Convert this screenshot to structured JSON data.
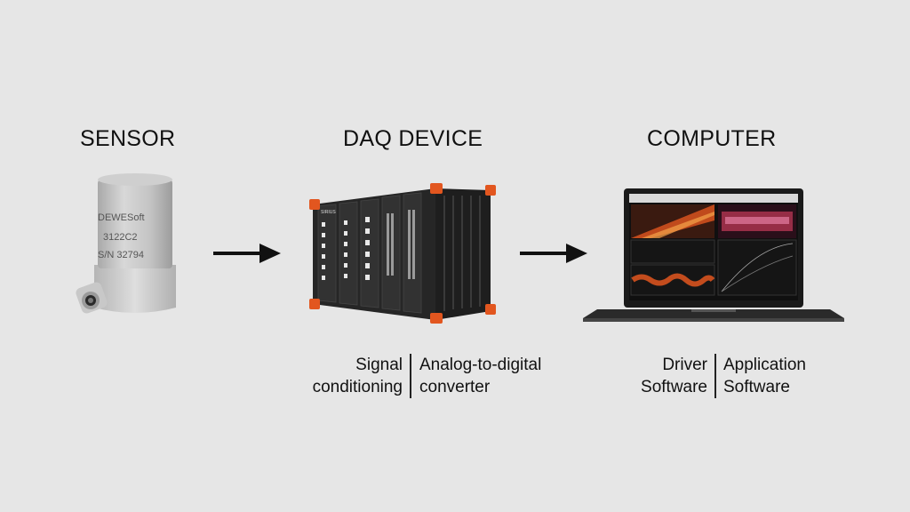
{
  "stages": {
    "sensor": {
      "title": "SENSOR",
      "label_lines": [
        "DEWESoft",
        "3122C2",
        "S/N 32794"
      ]
    },
    "daq": {
      "title": "DAQ DEVICE",
      "module_label": "SIRIUS",
      "caption_left": [
        "Signal",
        "conditioning"
      ],
      "caption_right": [
        "Analog-to-digital",
        "converter"
      ]
    },
    "computer": {
      "title": "COMPUTER",
      "caption_left": [
        "Driver",
        "Software"
      ],
      "caption_right": [
        "Application",
        "Software"
      ]
    }
  },
  "colors": {
    "background": "#e6e6e6",
    "accent_orange": "#e2561f",
    "arrow": "#111111"
  },
  "icons": {
    "sensor": "accelerometer-sensor-icon",
    "daq": "daq-device-icon",
    "computer": "laptop-icon",
    "arrow": "arrow-right-icon"
  }
}
